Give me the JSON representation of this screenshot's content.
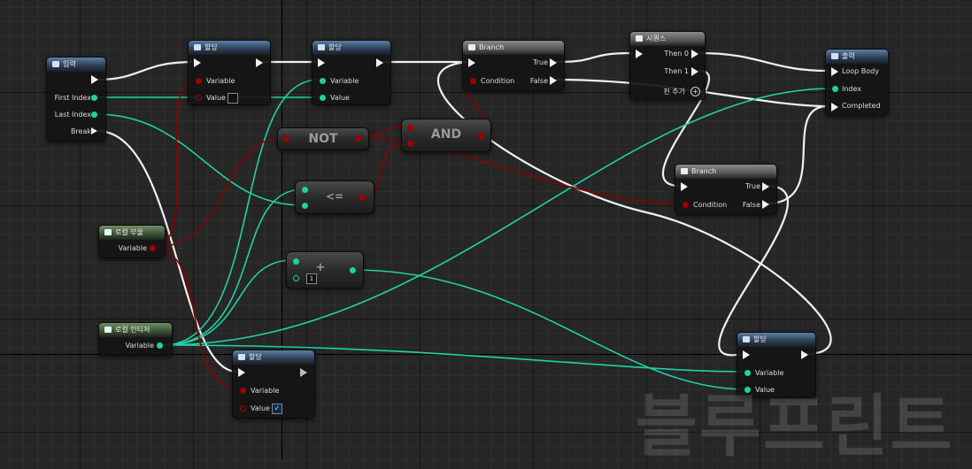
{
  "nodes": {
    "input": {
      "title": "입력",
      "first_index": "First Index",
      "last_index": "Last Index",
      "break": "Break"
    },
    "assign1": {
      "title": "할당",
      "variable": "Variable",
      "value": "Value"
    },
    "assign2": {
      "title": "할당",
      "variable": "Variable",
      "value": "Value"
    },
    "branch1": {
      "title": "Branch",
      "condition": "Condition",
      "true": "True",
      "false": "False"
    },
    "sequence": {
      "title": "시퀀스",
      "then0": "Then 0",
      "then1": "Then 1",
      "add_pin": "핀 추가"
    },
    "output": {
      "title": "출력",
      "loop_body": "Loop Body",
      "index": "Index",
      "completed": "Completed"
    },
    "not": {
      "label": "NOT"
    },
    "and": {
      "label": "AND"
    },
    "lte": {
      "label": "<="
    },
    "add": {
      "label": "+",
      "literal": "1"
    },
    "branch2": {
      "title": "Branch",
      "condition": "Condition",
      "true": "True",
      "false": "False"
    },
    "local_bool": {
      "title": "로컬 부울",
      "variable": "Variable"
    },
    "local_int": {
      "title": "로컬 인티저",
      "variable": "Variable"
    },
    "assign3": {
      "title": "할당",
      "variable": "Variable",
      "value": "Value",
      "checked": "✓"
    },
    "assign4": {
      "title": "할당",
      "variable": "Variable",
      "value": "Value"
    }
  },
  "watermark": "블루프린트",
  "colors": {
    "exec": "#f2f2f2",
    "integer": "#1fd2a5",
    "boolean": "#a10000",
    "background": "#262626"
  }
}
